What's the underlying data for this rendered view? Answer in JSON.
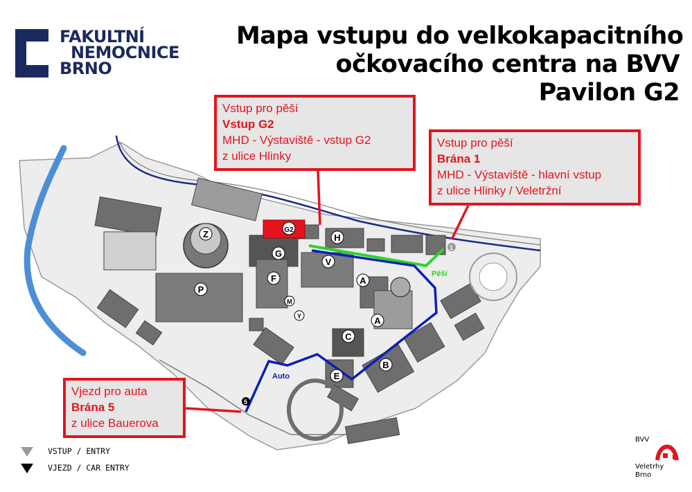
{
  "logo": {
    "line1": "FAKULTNÍ",
    "line2": "NEMOCNICE",
    "line3": "BRNO"
  },
  "title": {
    "line1": "Mapa vstupu do velkokapacitního",
    "line2": "očkovacího centra na BVV",
    "line3": "Pavilon G2"
  },
  "callouts": {
    "pedestrian_g2": {
      "l1": "Vstup pro pěší",
      "l2": "Vstup G2",
      "l3": "MHD - Výstaviště - vstup G2",
      "l4": "z ulice Hlinky"
    },
    "pedestrian_gate1": {
      "l1": "Vstup pro pěší",
      "l2": "Brána 1",
      "l3": "MHD - Výstaviště - hlavní vstup",
      "l4": "z ulice Hlinky / Veletržní"
    },
    "car_gate5": {
      "l1": "Vjezd pro auta",
      "l2": "Brána 5",
      "l3": "z ulice Bauerova"
    }
  },
  "map_labels": {
    "z": "Z",
    "p": "P",
    "g": "G",
    "g2": "G2",
    "h": "H",
    "v": "V",
    "f": "F",
    "a": "A",
    "a2": "A",
    "c": "C",
    "b": "B",
    "e": "E",
    "m": "M",
    "y": "Y",
    "gate1": "1",
    "gate5": "5",
    "route_walk": "Pěší",
    "route_car": "Auto"
  },
  "legend": {
    "entry": "VSTUP / ENTRY",
    "car_entry": "VJEZD / CAR ENTRY"
  },
  "bvv_logo": {
    "top": "BVV",
    "line1": "Veletrhy",
    "line2": "Brno"
  },
  "colors": {
    "highlight": "#e3141e",
    "walk_route": "#2bd62b",
    "car_route": "#0d1fb4",
    "river": "#4d8fd6",
    "logo_blue": "#1b2a5e"
  }
}
